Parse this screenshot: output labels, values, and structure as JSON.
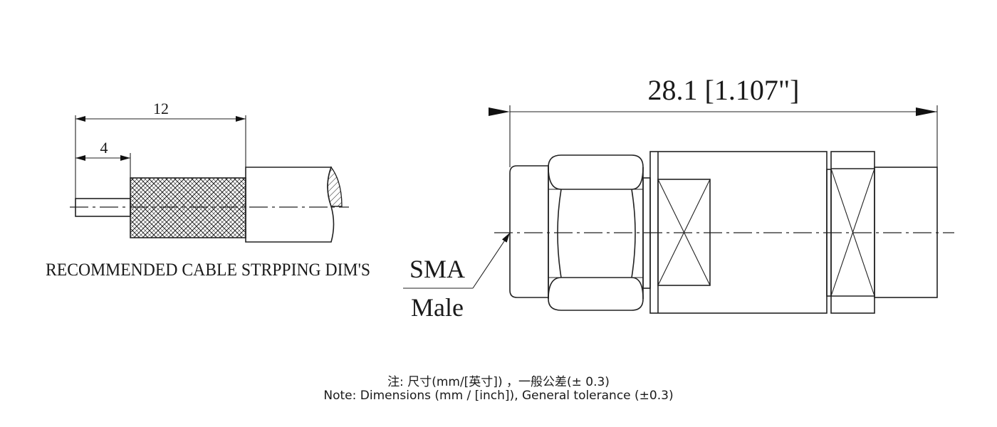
{
  "cable": {
    "dim_long": "12",
    "dim_short": "4",
    "caption": "RECOMMENDED CABLE STRPPING DIM'S"
  },
  "connector": {
    "overall_length": "28.1 [1.107\"]",
    "label_top": "SMA",
    "label_bottom": "Male"
  },
  "notes": {
    "line1": "注: 尺寸(mm/[英寸]) ，一般公差(± 0.3)",
    "line2": "Note: Dimensions (mm / [inch]), General tolerance (±0.3)"
  }
}
